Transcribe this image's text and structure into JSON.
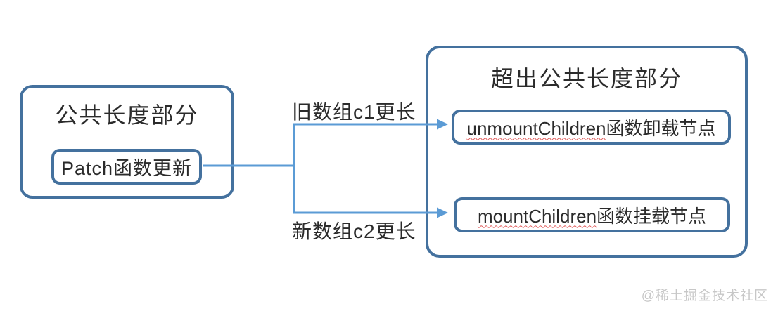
{
  "diagram": {
    "left_group": {
      "title": "公共长度部分",
      "node_label": "Patch函数更新"
    },
    "right_group": {
      "title": "超出公共长度部分",
      "nodes": [
        {
          "latin": "unmountChildren",
          "zh": "函数卸载节点"
        },
        {
          "latin": "mountChildren",
          "zh": "函数挂载节点"
        }
      ]
    },
    "edges": [
      {
        "label": "旧数组c1更长",
        "from": "patch-node",
        "to": "unmount-children-node"
      },
      {
        "label": "新数组c2更长",
        "from": "patch-node",
        "to": "mount-children-node"
      }
    ],
    "colors": {
      "box_border": "#44719e",
      "connector": "#5b9bd5",
      "text": "#2b2b2b",
      "spellcheck_underline": "#e05a5a",
      "watermark": "#c7c7c7"
    }
  },
  "watermark": {
    "text": "@稀土掘金技术社区"
  }
}
